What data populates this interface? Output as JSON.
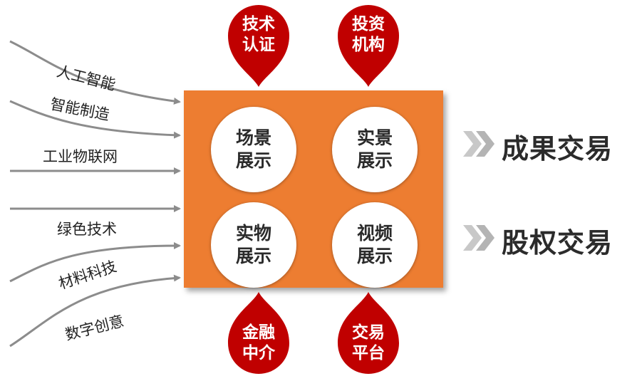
{
  "inputs": [
    "人工智能",
    "智能制造",
    "工业物联网",
    "绿色技术",
    "材料科技",
    "数字创意"
  ],
  "core": {
    "cells": [
      {
        "line1": "场景",
        "line2": "展示"
      },
      {
        "line1": "实景",
        "line2": "展示"
      },
      {
        "line1": "实物",
        "line2": "展示"
      },
      {
        "line1": "视频",
        "line2": "展示"
      }
    ]
  },
  "top_drops": [
    {
      "line1": "技术",
      "line2": "认证"
    },
    {
      "line1": "投资",
      "line2": "机构"
    }
  ],
  "bottom_drops": [
    {
      "line1": "金融",
      "line2": "中介"
    },
    {
      "line1": "交易",
      "line2": "平台"
    }
  ],
  "outputs": [
    "成果交易",
    "股权交易"
  ],
  "colors": {
    "square": "#ed7d31",
    "drop": "#c00000",
    "arrow": "#8c8c8c",
    "chevron": "#c8c8c8"
  }
}
